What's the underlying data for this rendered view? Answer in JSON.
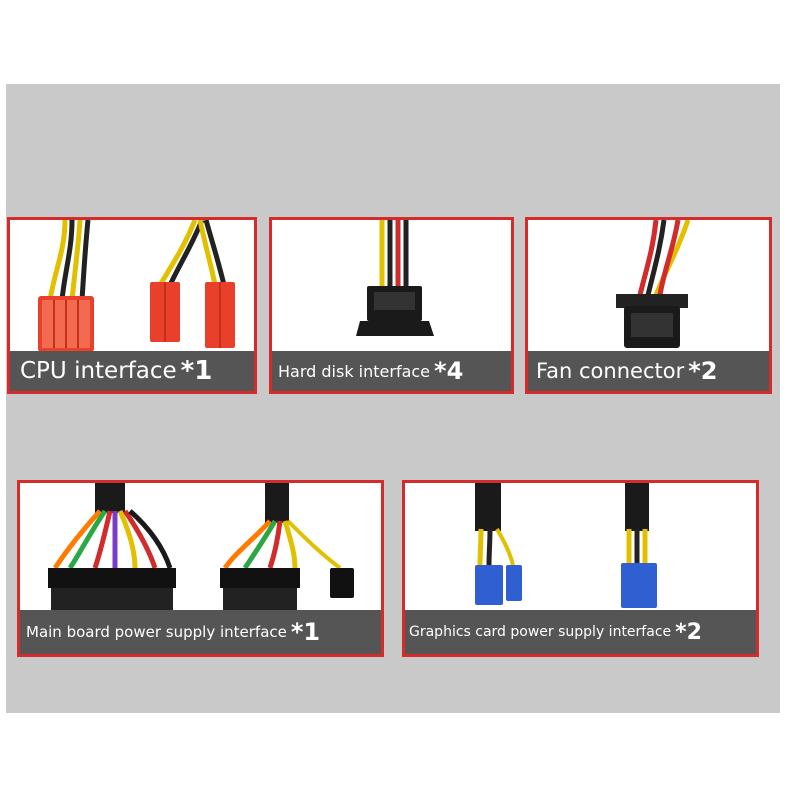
{
  "panels": [
    {
      "label": "CPU interface",
      "qty": "*1",
      "connector_color": "#e8402a",
      "connector_icon": "cpu-8pin-connector-icon"
    },
    {
      "label": "Hard disk interface",
      "qty": "*4",
      "connector_color": "#1a1a1a",
      "connector_icon": "sata-power-connector-icon"
    },
    {
      "label": "Fan connector",
      "qty": "*2",
      "connector_color": "#1a1a1a",
      "connector_icon": "molex-fan-connector-icon"
    },
    {
      "label": "Main board power supply interface",
      "qty": "*1",
      "connector_color": "#111111",
      "connector_icon": "atx-24pin-connector-icon"
    },
    {
      "label": "Graphics card power supply interface",
      "qty": "*2",
      "connector_color": "#2f5fd0",
      "connector_icon": "pcie-8pin-connector-icon"
    }
  ],
  "colors": {
    "panel_border": "#d42b2b",
    "caption_background": "#555555",
    "background": "#c9c9c9"
  }
}
